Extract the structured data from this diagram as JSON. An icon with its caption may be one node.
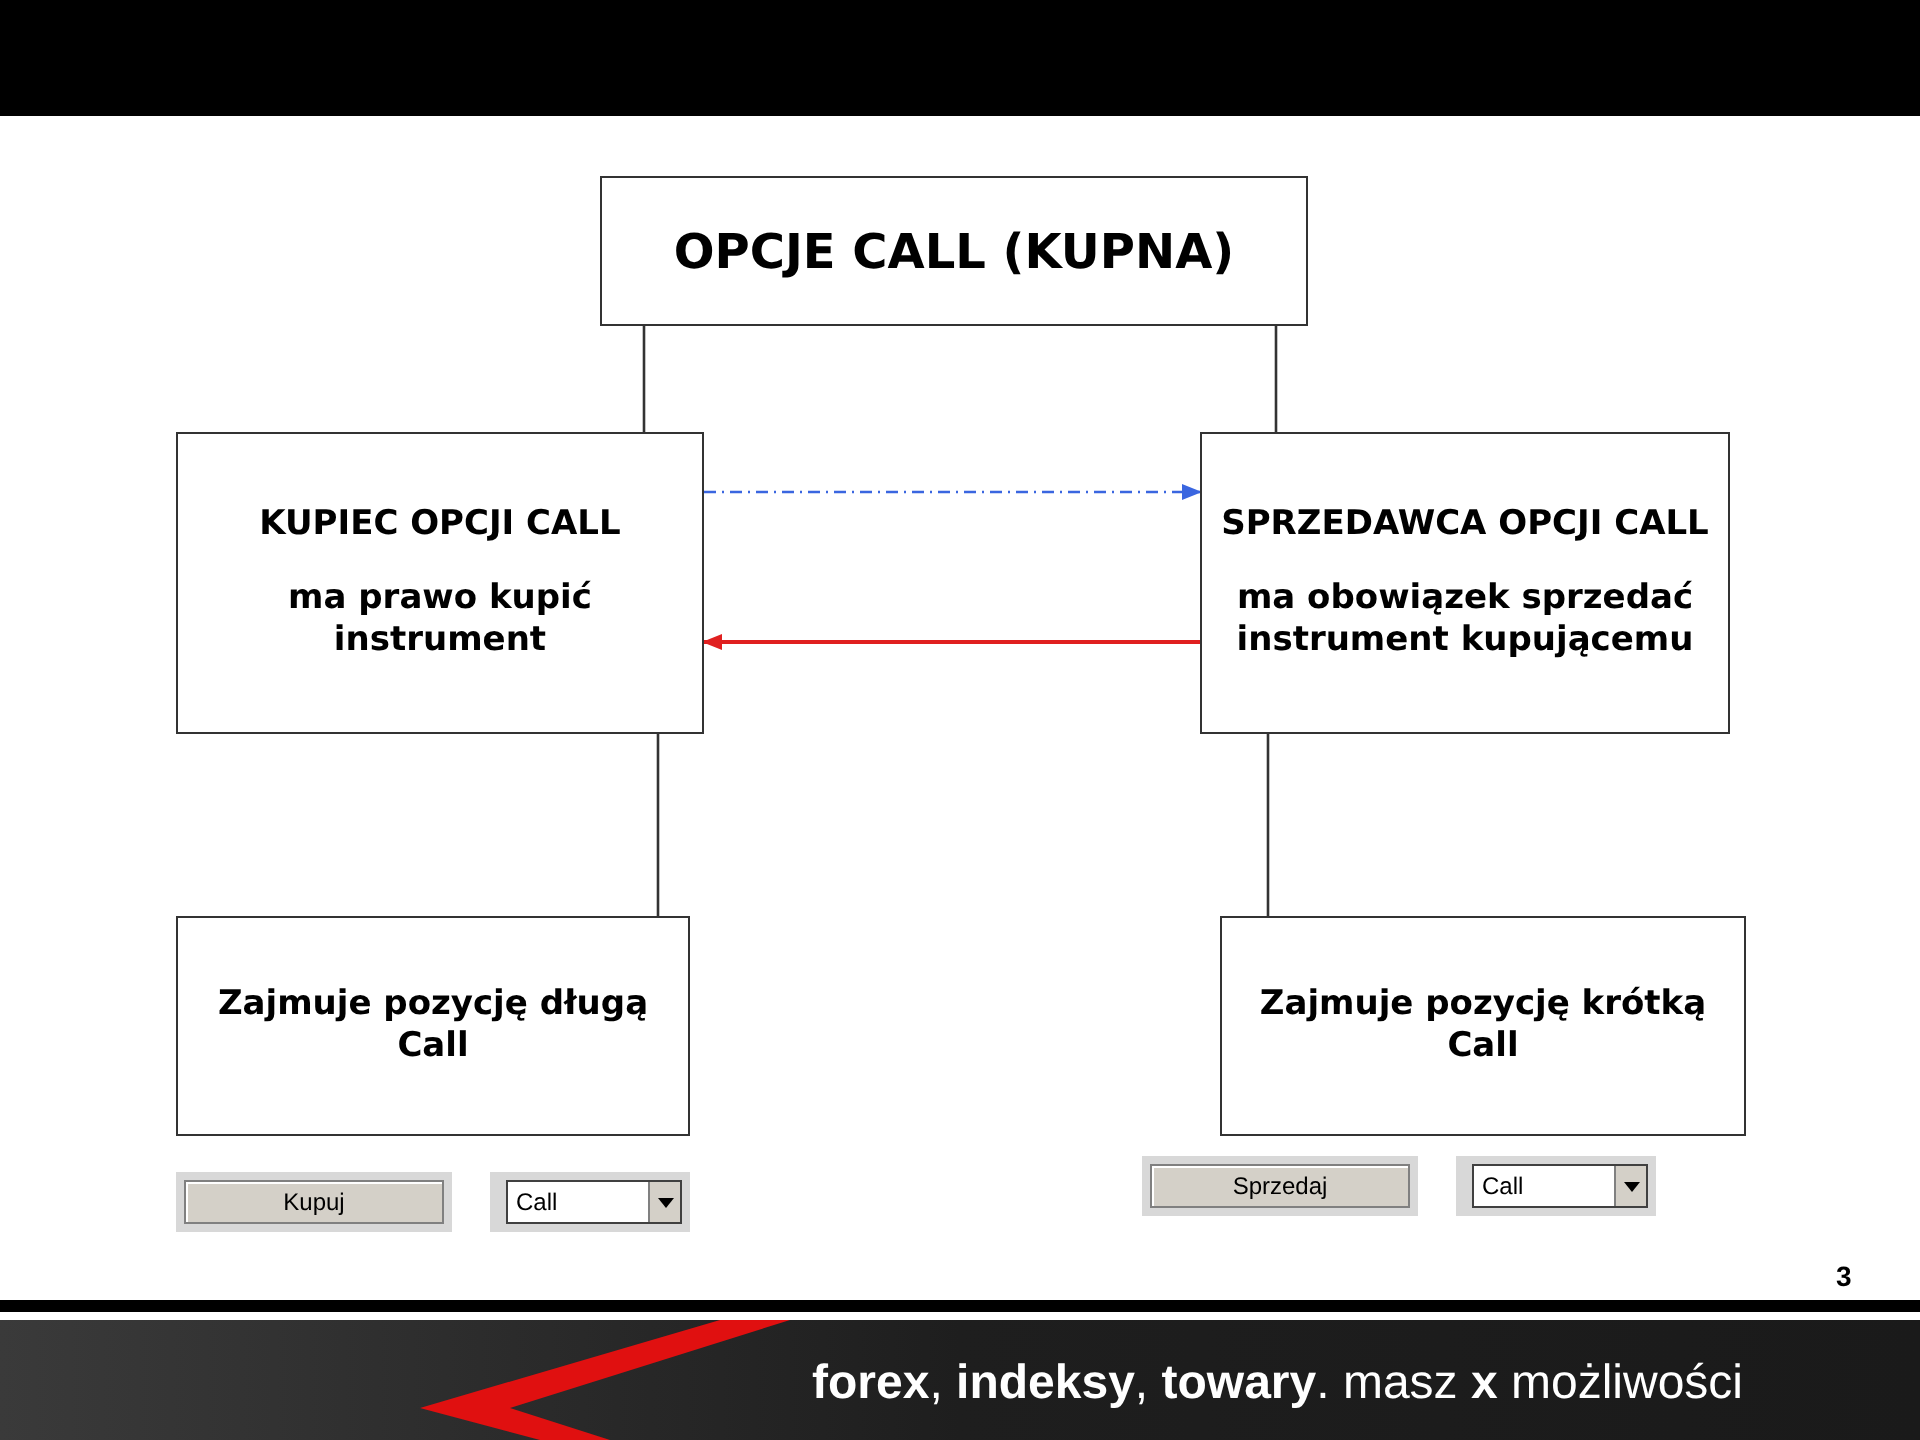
{
  "diagram": {
    "nodes": [
      {
        "text": [
          "OPCJE CALL (KUPNA)"
        ]
      },
      {
        "text": [
          "KUPIEC OPCJI CALL",
          "ma prawo kupić instrument"
        ]
      },
      {
        "text": [
          "SPRZEDAWCA OPCJI CALL",
          "ma obowiązek sprzedać instrument kupującemu"
        ]
      },
      {
        "text": [
          "Zajmuje pozycję długą Call"
        ]
      },
      {
        "text": [
          "Zajmuje pozycję krótką Call"
        ]
      }
    ],
    "edges": [
      {
        "from": 0,
        "to": 1,
        "arrow": "none"
      },
      {
        "from": 0,
        "to": 2,
        "arrow": "none"
      },
      {
        "from": 1,
        "to": 2,
        "arrow": "to",
        "style": "dashed",
        "color": "#3a66e0"
      },
      {
        "from": 2,
        "to": 1,
        "arrow": "to",
        "color": "#e02020"
      },
      {
        "from": 1,
        "to": 3,
        "arrow": "none"
      },
      {
        "from": 2,
        "to": 4,
        "arrow": "none"
      }
    ],
    "labels": [
      "Kupuj",
      "Call",
      "Sprzedaj",
      "Call",
      "3",
      "**forex**, **indeksy**, **towary**. masz **x** możliwości"
    ]
  }
}
